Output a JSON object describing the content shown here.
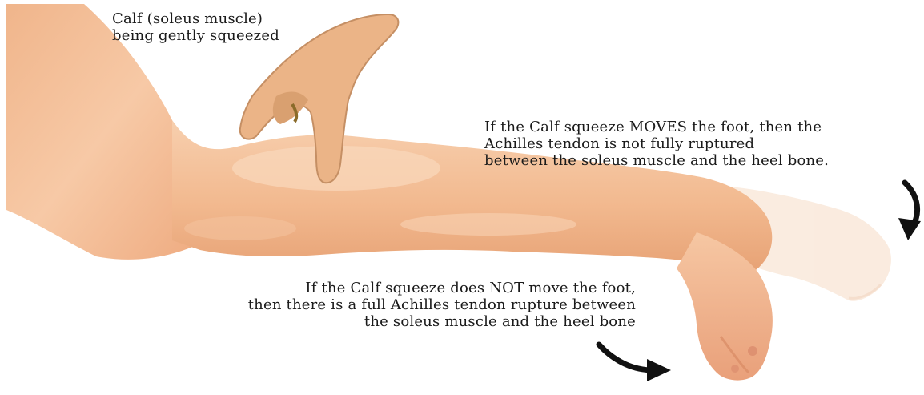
{
  "labels": {
    "calf": [
      "Calf (soleus muscle)",
      "being gently squeezed"
    ],
    "moves": [
      "If the Calf squeeze MOVES the foot, then the",
      "Achilles tendon is not fully ruptured",
      "between the soleus muscle and the heel bone."
    ],
    "not_moves": [
      "If the Calf squeeze does NOT move the foot,",
      "then there is a full Achilles tendon rupture between",
      "the soleus muscle and the heel bone"
    ]
  },
  "colors": {
    "skin_light": "#f6c9a4",
    "skin_mid": "#f0b083",
    "skin_dark": "#e0905f",
    "hand": "#e9b184",
    "hand_outline": "#b9855b",
    "ghost_foot": "#f9e1cc",
    "arrow": "#111111"
  },
  "icons": {
    "upper_arrow": "curved-arrow-down-icon",
    "lower_arrow": "curved-arrow-right-icon"
  }
}
